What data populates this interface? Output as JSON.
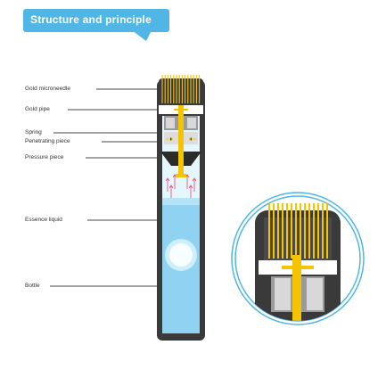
{
  "header": {
    "title": "Structure and principle"
  },
  "labels": {
    "gold_microneedle": "Gold microneedle",
    "gold_pipe": "Gold pipe",
    "spring": "Spring",
    "penetrating_piece": "Penetrating piece",
    "pressure_piece": "Pressure piece",
    "essence_liquid": "Essence liquid",
    "bottle": "Bottle"
  },
  "colors": {
    "accent": "#4fb6e6",
    "gold": "#f5c400",
    "gold_dark": "#c89a00",
    "casing": "#3a3a3a",
    "liquid": "#8fd2f2",
    "liquid_light": "#cdeefb"
  }
}
